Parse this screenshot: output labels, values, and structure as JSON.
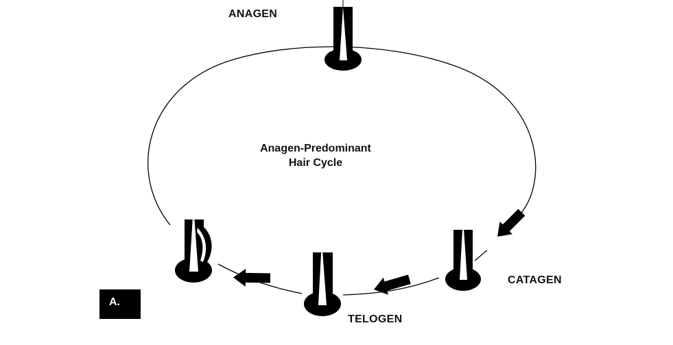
{
  "diagram": {
    "center_title_line1": "Anagen-Predominant",
    "center_title_line2": "Hair Cycle",
    "phases": {
      "anagen": "ANAGEN",
      "catagen": "CATAGEN",
      "telogen": "TELOGEN"
    },
    "panel_label": "A.",
    "colors": {
      "ink": "#000000",
      "paper": "#ffffff"
    }
  }
}
